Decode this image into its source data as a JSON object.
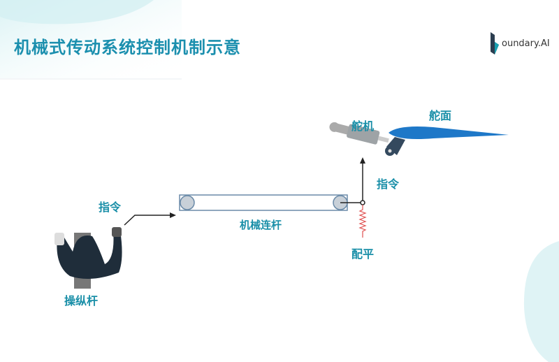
{
  "title": "机械式传动系统控制机制示意",
  "logo": {
    "text": "oundary.AI"
  },
  "labels": {
    "command_left": "指令",
    "yoke": "操纵杆",
    "linkage": "机械连杆",
    "actuator": "舵机",
    "control_surface": "舵面",
    "command_right": "指令",
    "trim": "配平"
  },
  "colors": {
    "accent": "#1a8fa8",
    "surface": "#1e78c8",
    "spring": "#e05050"
  }
}
